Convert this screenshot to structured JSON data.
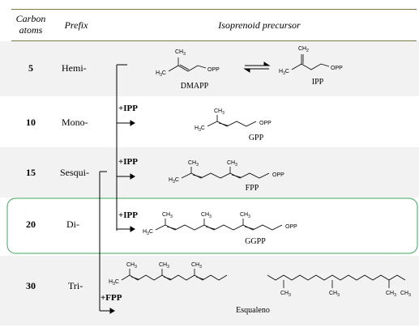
{
  "header": {
    "col_carbon": [
      "Carbon",
      "atoms"
    ],
    "col_prefix": "Prefix",
    "col_precursor": "Isoprenoid precursor"
  },
  "rows": [
    {
      "carbons": "5",
      "prefix": "Hemi-",
      "names": [
        "DMAPP",
        "IPP"
      ]
    },
    {
      "carbons": "10",
      "prefix": "Mono-",
      "names": [
        "GPP"
      ]
    },
    {
      "carbons": "15",
      "prefix": "Sesqui-",
      "names": [
        "FPP"
      ]
    },
    {
      "carbons": "20",
      "prefix": "Di-",
      "names": [
        "GGPP"
      ]
    },
    {
      "carbons": "30",
      "prefix": "Tri-",
      "names": [
        "Esqualeno"
      ]
    }
  ],
  "steps": {
    "ipp": "+IPP",
    "fpp": "+FPP"
  },
  "atoms": {
    "ch3": "CH3",
    "h3c": "H3C",
    "ch2": "CH2",
    "opp": "OPP"
  },
  "colors": {
    "rule": "#7a7a45",
    "band": "#f2f2f2",
    "highlight": "#3aa55a"
  }
}
